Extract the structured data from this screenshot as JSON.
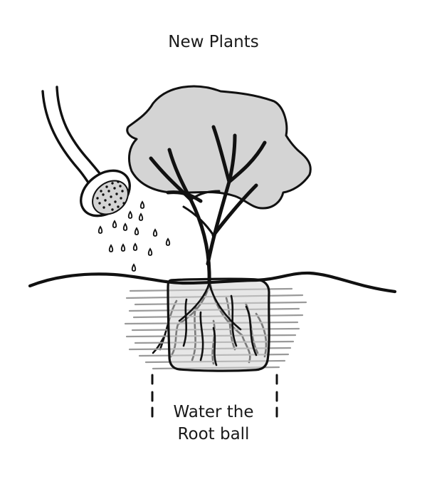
{
  "title": "New Plants",
  "caption": {
    "line1": "Water the",
    "line2": "Root ball"
  },
  "colors": {
    "ink": "#111111",
    "fill": "#d4d4d4",
    "roots": "#999999",
    "background": "#ffffff"
  }
}
